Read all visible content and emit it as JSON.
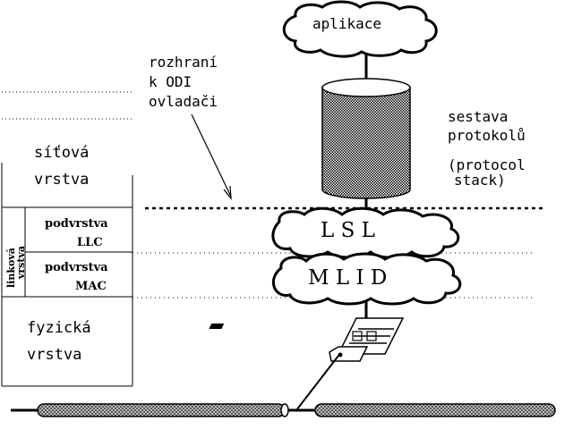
{
  "labels": {
    "app": "aplikace",
    "odi_line1": "rozhraní",
    "odi_line2": "k ODI",
    "odi_line3": "ovladači",
    "stack_line1": "sestava",
    "stack_line2": "protokolů",
    "stack_line3": "(protocol",
    "stack_line4": "stack)",
    "network_line1": "síťová",
    "network_line2": "vrstva",
    "link_line1": "linková",
    "link_line2": "vrstva",
    "llc_line1": "podvrstva",
    "llc_line2": "LLC",
    "mac_line1": "podvrstva",
    "mac_line2": "MAC",
    "physical_line1": "fyzická",
    "physical_line2": "vrstva",
    "lsl": "L S L",
    "mlid": "M L I D"
  },
  "colors": {
    "ink": "#000000",
    "paper": "#ffffff",
    "cylinder_fill": "#d9d9d9",
    "cable_fill": "#9a9a9a"
  }
}
